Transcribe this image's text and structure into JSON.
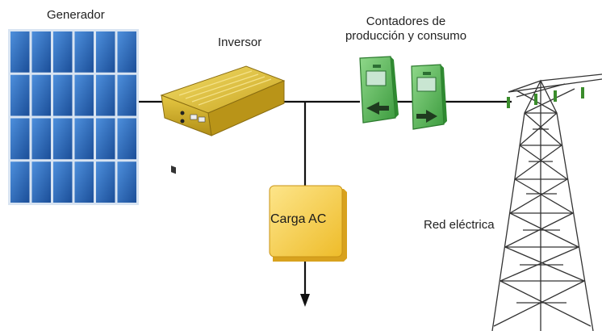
{
  "labels": {
    "generator": "Generador",
    "inverter": "Inversor",
    "meters": "Contadores de producción y consumo",
    "load": "Carga AC",
    "grid": "Red eléctrica"
  },
  "colors": {
    "panel_blue": "#1f5aa8",
    "panel_light": "#3f7fcf",
    "inverter_gold": "#d4b52c",
    "meter_green": "#5cb85c",
    "load_yellow": "#f3cf3e",
    "line": "#111111"
  },
  "icons": {
    "production_meter": "arrow-left-icon",
    "consumption_meter": "arrow-right-icon"
  }
}
